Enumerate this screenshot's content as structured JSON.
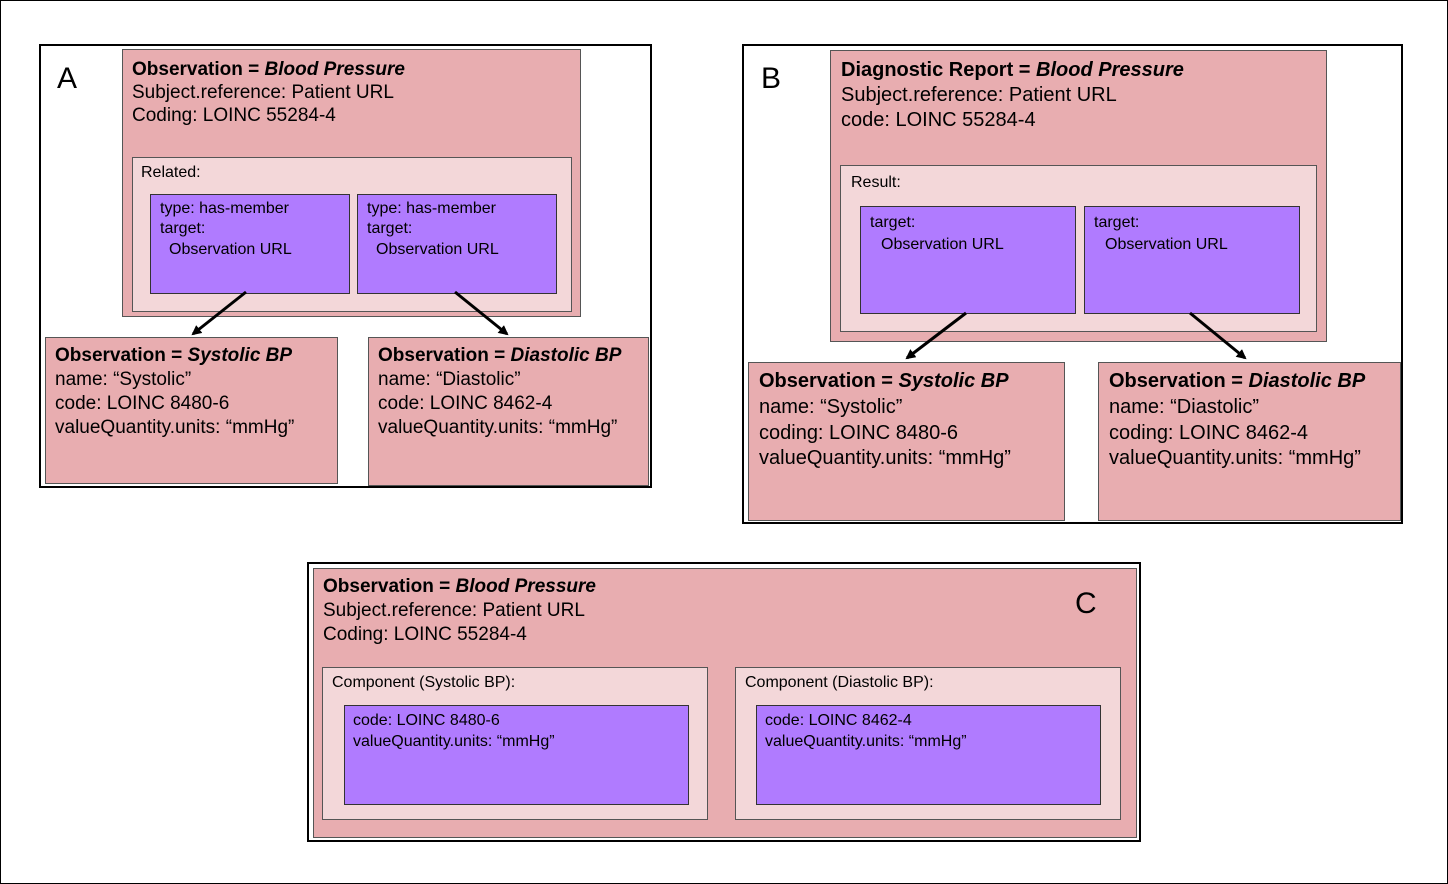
{
  "panels": {
    "a": {
      "letter": "A",
      "main": {
        "title_prefix": "Observation = ",
        "title_em": "Blood Pressure",
        "line1": "Subject.reference: Patient URL",
        "line2": "Coding: LOINC 55284-4",
        "section_label": "Related:",
        "members": [
          {
            "line1": "type: has-member",
            "line2": "target:",
            "line3": "Observation URL"
          },
          {
            "line1": "type: has-member",
            "line2": "target:",
            "line3": "Observation URL"
          }
        ]
      },
      "children": [
        {
          "title_prefix": "Observation = ",
          "title_em": "Systolic BP",
          "lines": [
            "name: “Systolic”",
            "code: LOINC 8480-6",
            "valueQuantity.units: “mmHg”"
          ]
        },
        {
          "title_prefix": "Observation = ",
          "title_em": "Diastolic BP",
          "lines": [
            "name: “Diastolic”",
            "code: LOINC 8462-4",
            "valueQuantity.units: “mmHg”"
          ]
        }
      ]
    },
    "b": {
      "letter": "B",
      "main": {
        "title_prefix": "Diagnostic Report = ",
        "title_em": "Blood Pressure",
        "line1": "Subject.reference: Patient URL",
        "line2": "code: LOINC 55284-4",
        "section_label": "Result:",
        "targets": [
          {
            "line1": "target:",
            "line2": "Observation URL"
          },
          {
            "line1": "target:",
            "line2": "Observation URL"
          }
        ]
      },
      "children": [
        {
          "title_prefix": "Observation = ",
          "title_em": "Systolic BP",
          "lines": [
            "name: “Systolic”",
            "coding: LOINC 8480-6",
            "valueQuantity.units: “mmHg”"
          ]
        },
        {
          "title_prefix": "Observation = ",
          "title_em": "Diastolic BP",
          "lines": [
            "name: “Diastolic”",
            "coding: LOINC 8462-4",
            "valueQuantity.units: “mmHg”"
          ]
        }
      ]
    },
    "c": {
      "letter": "C",
      "main": {
        "title_prefix": "Observation = ",
        "title_em": "Blood Pressure",
        "line1": "Subject.reference: Patient URL",
        "line2": "Coding: LOINC 55284-4"
      },
      "components": [
        {
          "label": "Component (Systolic BP):",
          "line1": "code: LOINC 8480-6",
          "line2": "valueQuantity.units: “mmHg”"
        },
        {
          "label": "Component (Diastolic BP):",
          "line1": "code: LOINC 8462-4",
          "line2": "valueQuantity.units: “mmHg”"
        }
      ]
    }
  }
}
